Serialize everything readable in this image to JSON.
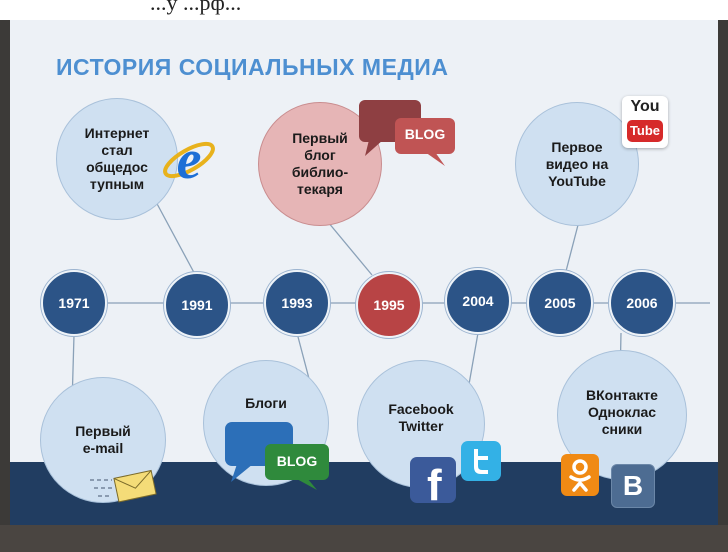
{
  "header_cutoff_text": "...у ...рф...",
  "title": "ИСТОРИЯ СОЦИАЛЬНЫХ МЕДИА",
  "years": [
    "1971",
    "1991",
    "1993",
    "1995",
    "2004",
    "2005",
    "2006"
  ],
  "events": {
    "internet": "Интернет\nстал\nобщедос\nтупным",
    "first_blog": "Первый\nблог\nбиблио-\nтекаря",
    "youtube_video": "Первое\nвидео на\nYouTube",
    "first_email": "Первый\ne-mail",
    "blogs": "Блоги",
    "facebook_twitter": "Facebook\nTwitter",
    "vk_ok": "ВКонтакте\nОдноклас\nсники"
  },
  "icons": {
    "blog_badge": "BLOG",
    "youtube_you": "You",
    "youtube_tube": "Tube",
    "facebook_letter": "f",
    "vk_letter": "B",
    "ie_letter": "e"
  },
  "colors": {
    "title": "#4d8fd1",
    "year_circle": "#2c5487",
    "year_highlight": "#b84445",
    "bubble": "#cfe0f1",
    "bubble_highlight": "#e6b5b6",
    "bottom_band": "#213d61"
  }
}
